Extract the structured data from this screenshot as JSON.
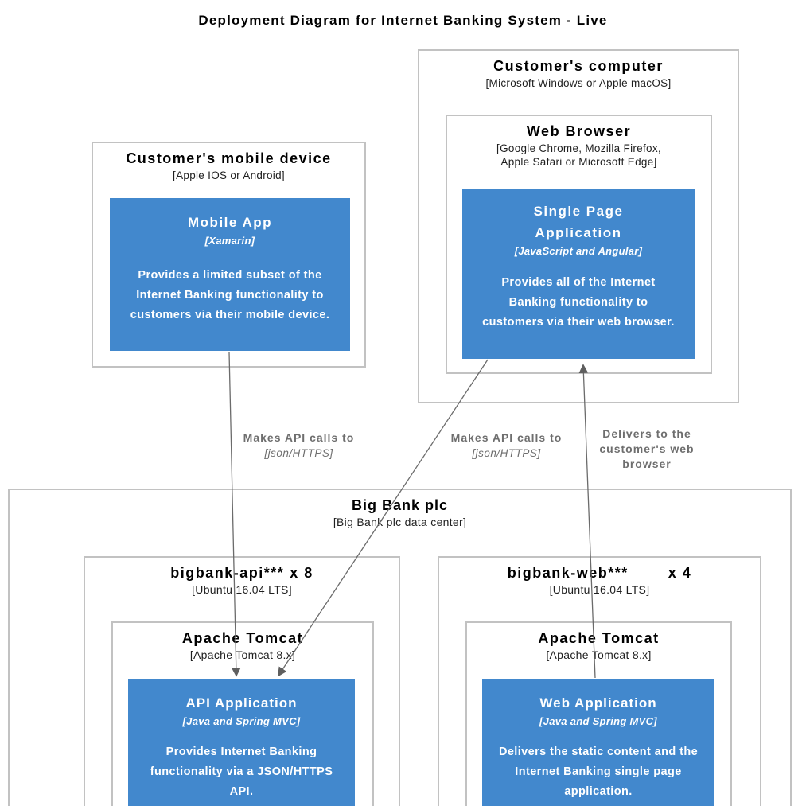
{
  "diagram": {
    "title": "Deployment Diagram for Internet Banking System - Live"
  },
  "colors": {
    "container_blue": "#4288cd",
    "node_border": "#c2c2c2",
    "relationship_gray": "#6e6e6e",
    "title_black": "#000000",
    "container_text": "#ffffff"
  },
  "customer_computer": {
    "title": "Customer's computer",
    "subtitle": "[Microsoft Windows or Apple macOS]"
  },
  "web_browser": {
    "title": "Web Browser",
    "subtitle": "[Google Chrome, Mozilla Firefox, Apple Safari or Microsoft Edge]"
  },
  "spa": {
    "title": "Single Page Application",
    "technology": "[JavaScript and Angular]",
    "description": "Provides all of the Internet Banking functionality to customers via their web browser."
  },
  "mobile_device": {
    "title": "Customer's mobile device",
    "subtitle": "[Apple IOS or Android]"
  },
  "mobile_app": {
    "title": "Mobile App",
    "technology": "[Xamarin]",
    "description": "Provides a limited subset of the Internet Banking functionality to customers via their mobile device."
  },
  "big_bank": {
    "title": "Big Bank plc",
    "subtitle": "[Big Bank plc data center]"
  },
  "bigbank_api": {
    "name": "bigbank-api***",
    "instances": "x 8",
    "subtitle": "[Ubuntu 16.04 LTS]"
  },
  "tomcat_api": {
    "title": "Apache Tomcat",
    "subtitle": "[Apache Tomcat 8.x]"
  },
  "api_app": {
    "title": "API Application",
    "technology": "[Java and Spring MVC]",
    "description": "Provides Internet Banking functionality via a JSON/HTTPS API."
  },
  "bigbank_web": {
    "name": "bigbank-web***",
    "instances": "x 4",
    "subtitle": "[Ubuntu 16.04 LTS]"
  },
  "tomcat_web": {
    "title": "Apache Tomcat",
    "subtitle": "[Apache Tomcat 8.x]"
  },
  "web_app": {
    "title": "Web Application",
    "technology": "[Java and Spring MVC]",
    "description": "Delivers the static content and the Internet Banking single page application."
  },
  "relationships": {
    "mobile_to_api": {
      "label": "Makes API calls to",
      "technology": "[json/HTTPS]"
    },
    "spa_to_api": {
      "label": "Makes API calls to",
      "technology": "[json/HTTPS]"
    },
    "web_to_spa": {
      "label": "Delivers to the customer's web browser"
    }
  }
}
